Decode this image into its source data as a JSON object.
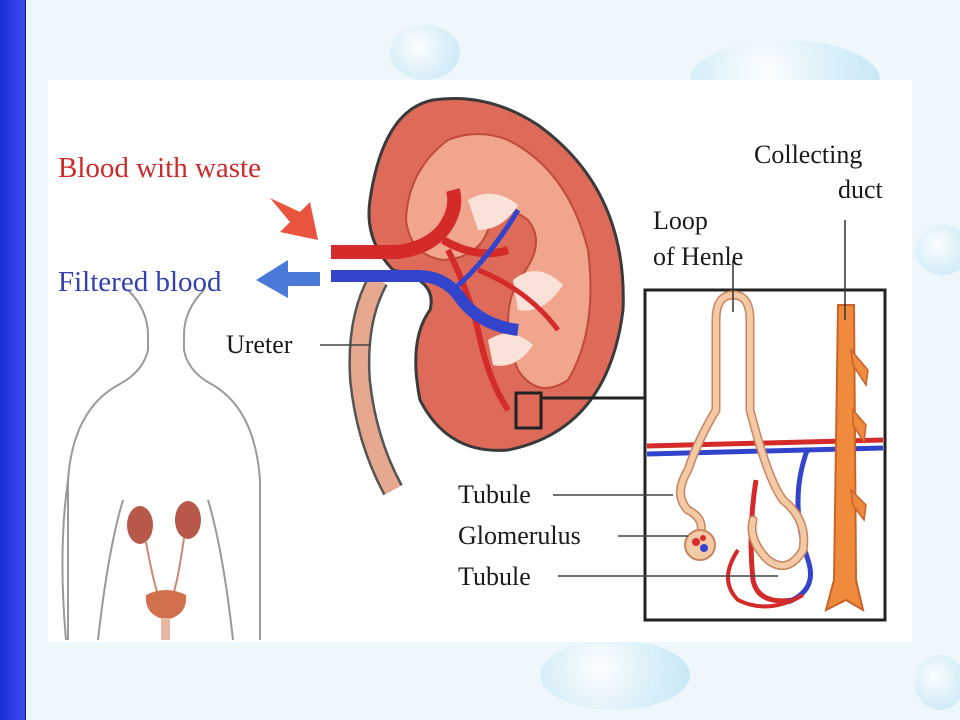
{
  "labels": {
    "blood_with_waste": "Blood with waste",
    "filtered_blood": "Filtered blood",
    "ureter": "Ureter",
    "loop_of_henle_line1": "Loop",
    "loop_of_henle_line2": "of Henle",
    "collecting_duct_line1": "Collecting",
    "collecting_duct_line2": "duct",
    "tubule_upper": "Tubule",
    "glomerulus": "Glomerulus",
    "tubule_lower": "Tubule"
  },
  "colors": {
    "sidebar": "#1c2fd8",
    "label_red": "#cc2a2a",
    "label_blue": "#3340b0",
    "artery": "#d42a2a",
    "vein": "#3344cc",
    "kidney_flesh": "#e8836e",
    "collecting_duct": "#f08a3c",
    "tubule": "#f3c9a6"
  },
  "icons": [
    "incoming-blood-arrow-icon",
    "outgoing-blood-arrow-icon",
    "human-body-outline-icon"
  ]
}
